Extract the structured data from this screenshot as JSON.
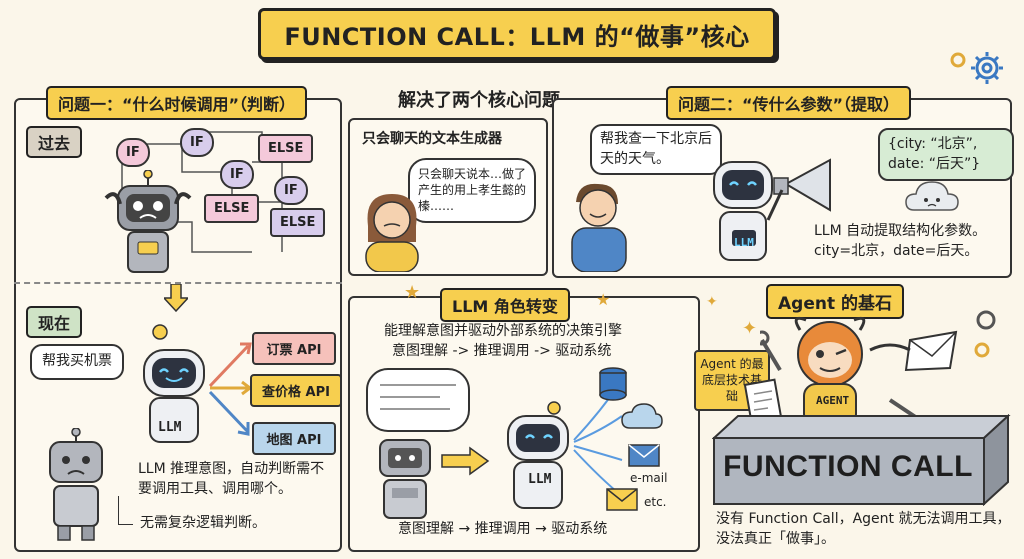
{
  "title": "FUNCTION CALL：LLM 的“做事”核心",
  "center_heading": "解决了两个核心问题",
  "problem1": {
    "tag": "问题一：“什么时候调用”（判断）",
    "past_label": "过去",
    "now_label": "现在",
    "logic_labels": [
      "IF",
      "IF",
      "ELSE",
      "IF",
      "IF",
      "ELSE",
      "ELSE"
    ],
    "user_request": "帮我买机票",
    "robot_label": "LLM",
    "apis": [
      "订票 API",
      "查价格 API",
      "地图 API"
    ],
    "explanation": "LLM 推理意图，自动判断需不要调用工具、调用哪个。",
    "note": "无需复杂逻辑判断。"
  },
  "problem2": {
    "tag": "问题二：“传什么参数”（提取）",
    "user_request": "帮我查一下北京后天的天气。",
    "params_bubble": "{city: “北京”, date: “后天”}",
    "robot_label": "LLM",
    "explanation": "LLM 自动提取结构化参数。city=北京，date=后天。"
  },
  "chat_only": {
    "heading": "只会聊天的文本生成器",
    "bubble": "只会聊天说本…做了产生的用上孝生懿的榛……"
  },
  "role_change": {
    "tag": "LLM 角色转变",
    "line1": "能理解意图并驱动外部系统的决策引擎",
    "line2": "意图理解 -> 推理调用 -> 驱动系统",
    "robot_label": "LLM",
    "email_label": "e-mail",
    "etc_label": "etc.",
    "footer": "意图理解 → 推理调用 → 驱动系统"
  },
  "agent": {
    "tag": "Agent 的基石",
    "side_note": "Agent 的最底层技术基础",
    "mascot_label": "AGENT",
    "block_label": "FUNCTION CALL",
    "footer": "没有 Function Call，Agent 就无法调用工具，没法真正「做事」。"
  },
  "colors": {
    "accent": "#f7cf4f",
    "api_1": "#f6c1bb",
    "api_2": "#f7cf4f",
    "api_3": "#b9d6ec",
    "if_pink": "#f4c9da",
    "if_purple": "#d8cdec",
    "params_bubble": "#d7ecd4"
  }
}
